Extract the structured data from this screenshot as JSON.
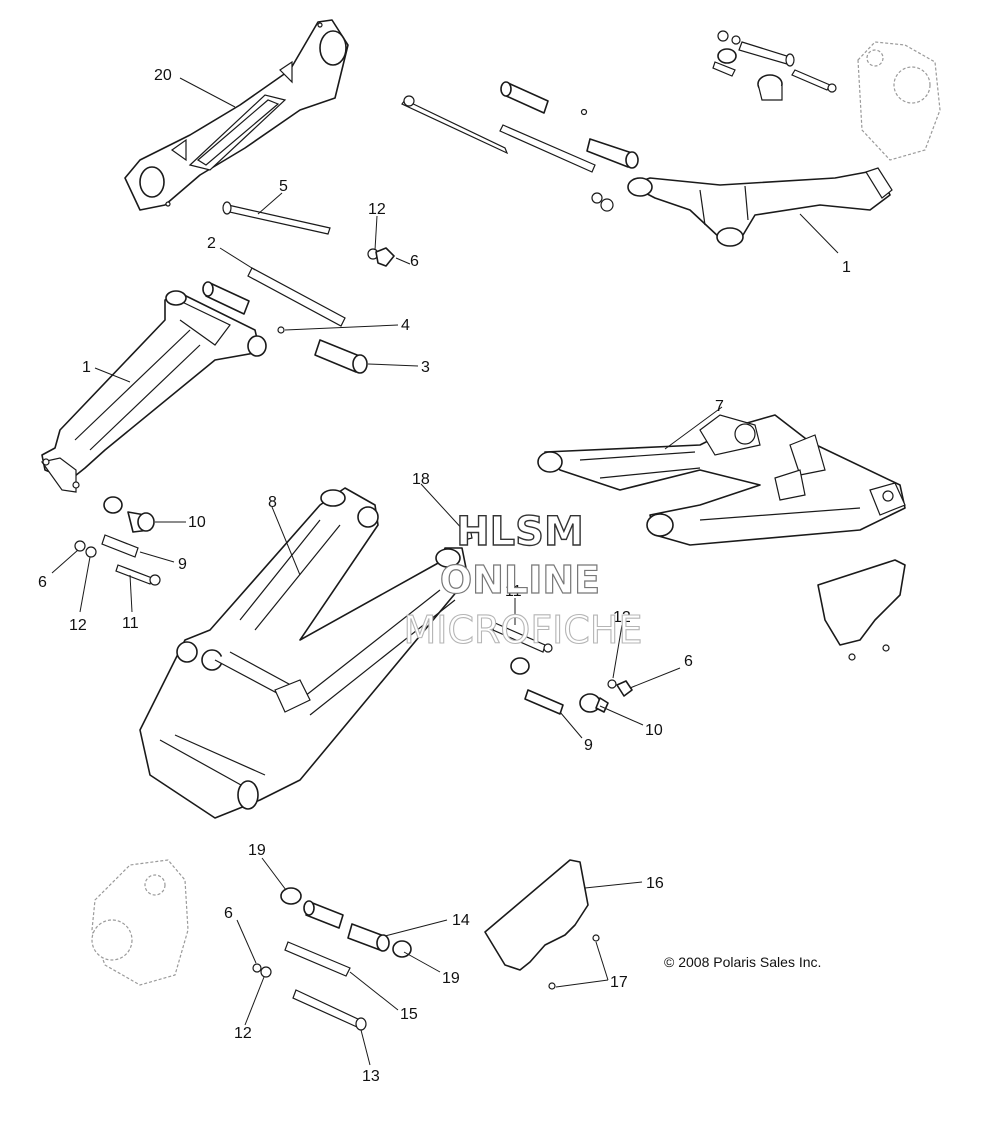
{
  "watermark": {
    "line1": "HLSM",
    "line2": "ONLINE",
    "line3": "MICROFICHE"
  },
  "copyright": "© 2008 Polaris Sales Inc.",
  "callouts": [
    {
      "id": "c20a",
      "label": "20"
    },
    {
      "id": "c5",
      "label": "5"
    },
    {
      "id": "c12a",
      "label": "12"
    },
    {
      "id": "c6a",
      "label": "6"
    },
    {
      "id": "c2",
      "label": "2"
    },
    {
      "id": "c4",
      "label": "4"
    },
    {
      "id": "c3",
      "label": "3"
    },
    {
      "id": "c1a",
      "label": "1"
    },
    {
      "id": "c1b",
      "label": "1"
    },
    {
      "id": "c7",
      "label": "7"
    },
    {
      "id": "c8",
      "label": "8"
    },
    {
      "id": "c18",
      "label": "18"
    },
    {
      "id": "c10a",
      "label": "10"
    },
    {
      "id": "c9a",
      "label": "9"
    },
    {
      "id": "c6b",
      "label": "6"
    },
    {
      "id": "c12b",
      "label": "12"
    },
    {
      "id": "c11a",
      "label": "11"
    },
    {
      "id": "c11b",
      "label": "11"
    },
    {
      "id": "c12c",
      "label": "12"
    },
    {
      "id": "c6c",
      "label": "6"
    },
    {
      "id": "c10b",
      "label": "10"
    },
    {
      "id": "c9b",
      "label": "9"
    },
    {
      "id": "c19a",
      "label": "19"
    },
    {
      "id": "c6d",
      "label": "6"
    },
    {
      "id": "c14",
      "label": "14"
    },
    {
      "id": "c19b",
      "label": "19"
    },
    {
      "id": "c12d",
      "label": "12"
    },
    {
      "id": "c15",
      "label": "15"
    },
    {
      "id": "c13",
      "label": "13"
    },
    {
      "id": "c16",
      "label": "16"
    },
    {
      "id": "c17",
      "label": "17"
    }
  ]
}
